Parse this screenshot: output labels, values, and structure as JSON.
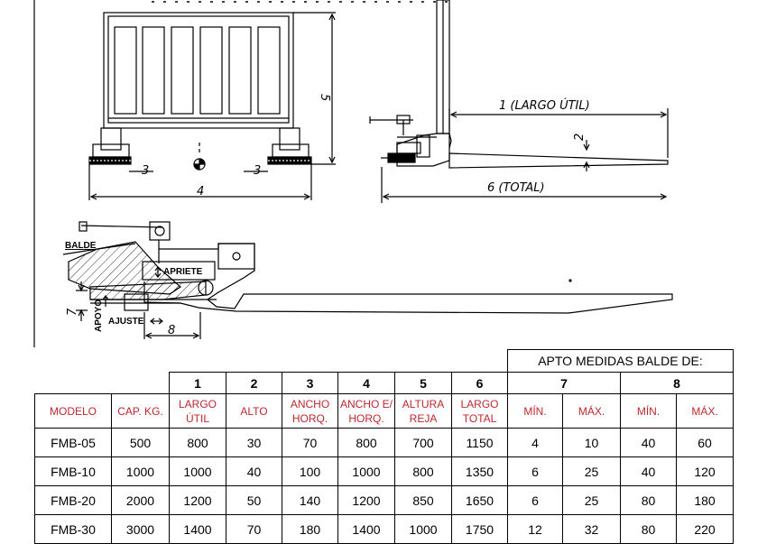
{
  "drawing": {
    "dims": {
      "d1": "1 (LARGO ÚTIL)",
      "d2": "2",
      "d3_left": "3",
      "d3_right": "3",
      "d4": "4",
      "d5": "5",
      "d6": "6 (TOTAL)",
      "d7": "7",
      "d8": "8"
    },
    "labels": {
      "balde": "BALDE",
      "apriete": "APRIETE",
      "apoyo": "APOYO",
      "ajuste": "AJUSTE"
    }
  },
  "table": {
    "group_header": "APTO MEDIDAS BALDE DE:",
    "numbers": [
      "1",
      "2",
      "3",
      "4",
      "5",
      "6",
      "7",
      "8"
    ],
    "headers": [
      "MODELO",
      "CAP. KG.",
      "LARGO ÚTIL",
      "ALTO",
      "ANCHO HORQ.",
      "ANCHO E/ HORQ.",
      "ALTURA REJA",
      "LARGO TOTAL",
      "MÍN.",
      "MÁX.",
      "MÍN.",
      "MÁX."
    ],
    "rows": [
      [
        "FMB-05",
        "500",
        "800",
        "30",
        "70",
        "800",
        "700",
        "1150",
        "4",
        "10",
        "40",
        "60"
      ],
      [
        "FMB-10",
        "1000",
        "1000",
        "40",
        "100",
        "1000",
        "800",
        "1350",
        "6",
        "25",
        "40",
        "120"
      ],
      [
        "FMB-20",
        "2000",
        "1200",
        "50",
        "140",
        "1200",
        "850",
        "1650",
        "6",
        "25",
        "80",
        "180"
      ],
      [
        "FMB-30",
        "3000",
        "1400",
        "70",
        "180",
        "1400",
        "1000",
        "1750",
        "12",
        "32",
        "80",
        "220"
      ]
    ]
  }
}
